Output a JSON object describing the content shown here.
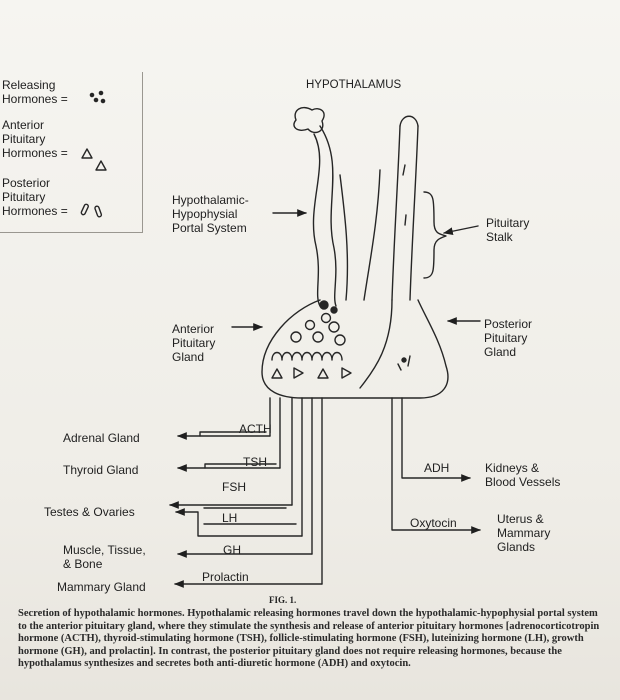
{
  "legend": {
    "releasing": "Releasing\nHormones =",
    "anterior": "Anterior\nPituitary\nHormones  =",
    "posterior": "Posterior\nPituitary\nHormones ="
  },
  "labels": {
    "hypothalamus": "HYPOTHALAMUS",
    "portal_system": "Hypothalamic-\nHypophysial\nPortal System",
    "pituitary_stalk": "Pituitary\nStalk",
    "anterior_gland": "Anterior\nPituitary\nGland",
    "posterior_gland": "Posterior\nPituitary\nGland"
  },
  "hormones": {
    "acth": "ACTH",
    "tsh": "TSH",
    "fsh": "FSH",
    "lh": "LH",
    "gh": "GH",
    "prolactin": "Prolactin",
    "adh": "ADH",
    "oxytocin": "Oxytocin"
  },
  "targets": {
    "adrenal": "Adrenal Gland",
    "thyroid": "Thyroid Gland",
    "testes": "Testes & Ovaries",
    "muscle": "Muscle, Tissue,\n& Bone",
    "mammary": "Mammary Gland",
    "kidneys": "Kidneys &\nBlood Vessels",
    "uterus": "Uterus &\nMammary\nGlands"
  },
  "figure": {
    "label": "FIG. 1.",
    "caption": "Secretion of hypothalamic hormones. Hypothalamic releasing hormones travel down the hypothalamic-hypophysial portal system to the anterior pituitary gland, where they stimulate the synthesis and release of anterior pituitary hormones [adrenocorticotropin hormone (ACTH), thyroid-stimulating hormone (TSH), follicle-stimulating hormone (FSH), luteinizing hormone (LH), growth hormone (GH), and prolactin]. In contrast, the posterior pituitary gland does not require releasing hormones, because the hypothalamus synthesizes and secretes both anti-diuretic hormone (ADH) and oxytocin."
  }
}
